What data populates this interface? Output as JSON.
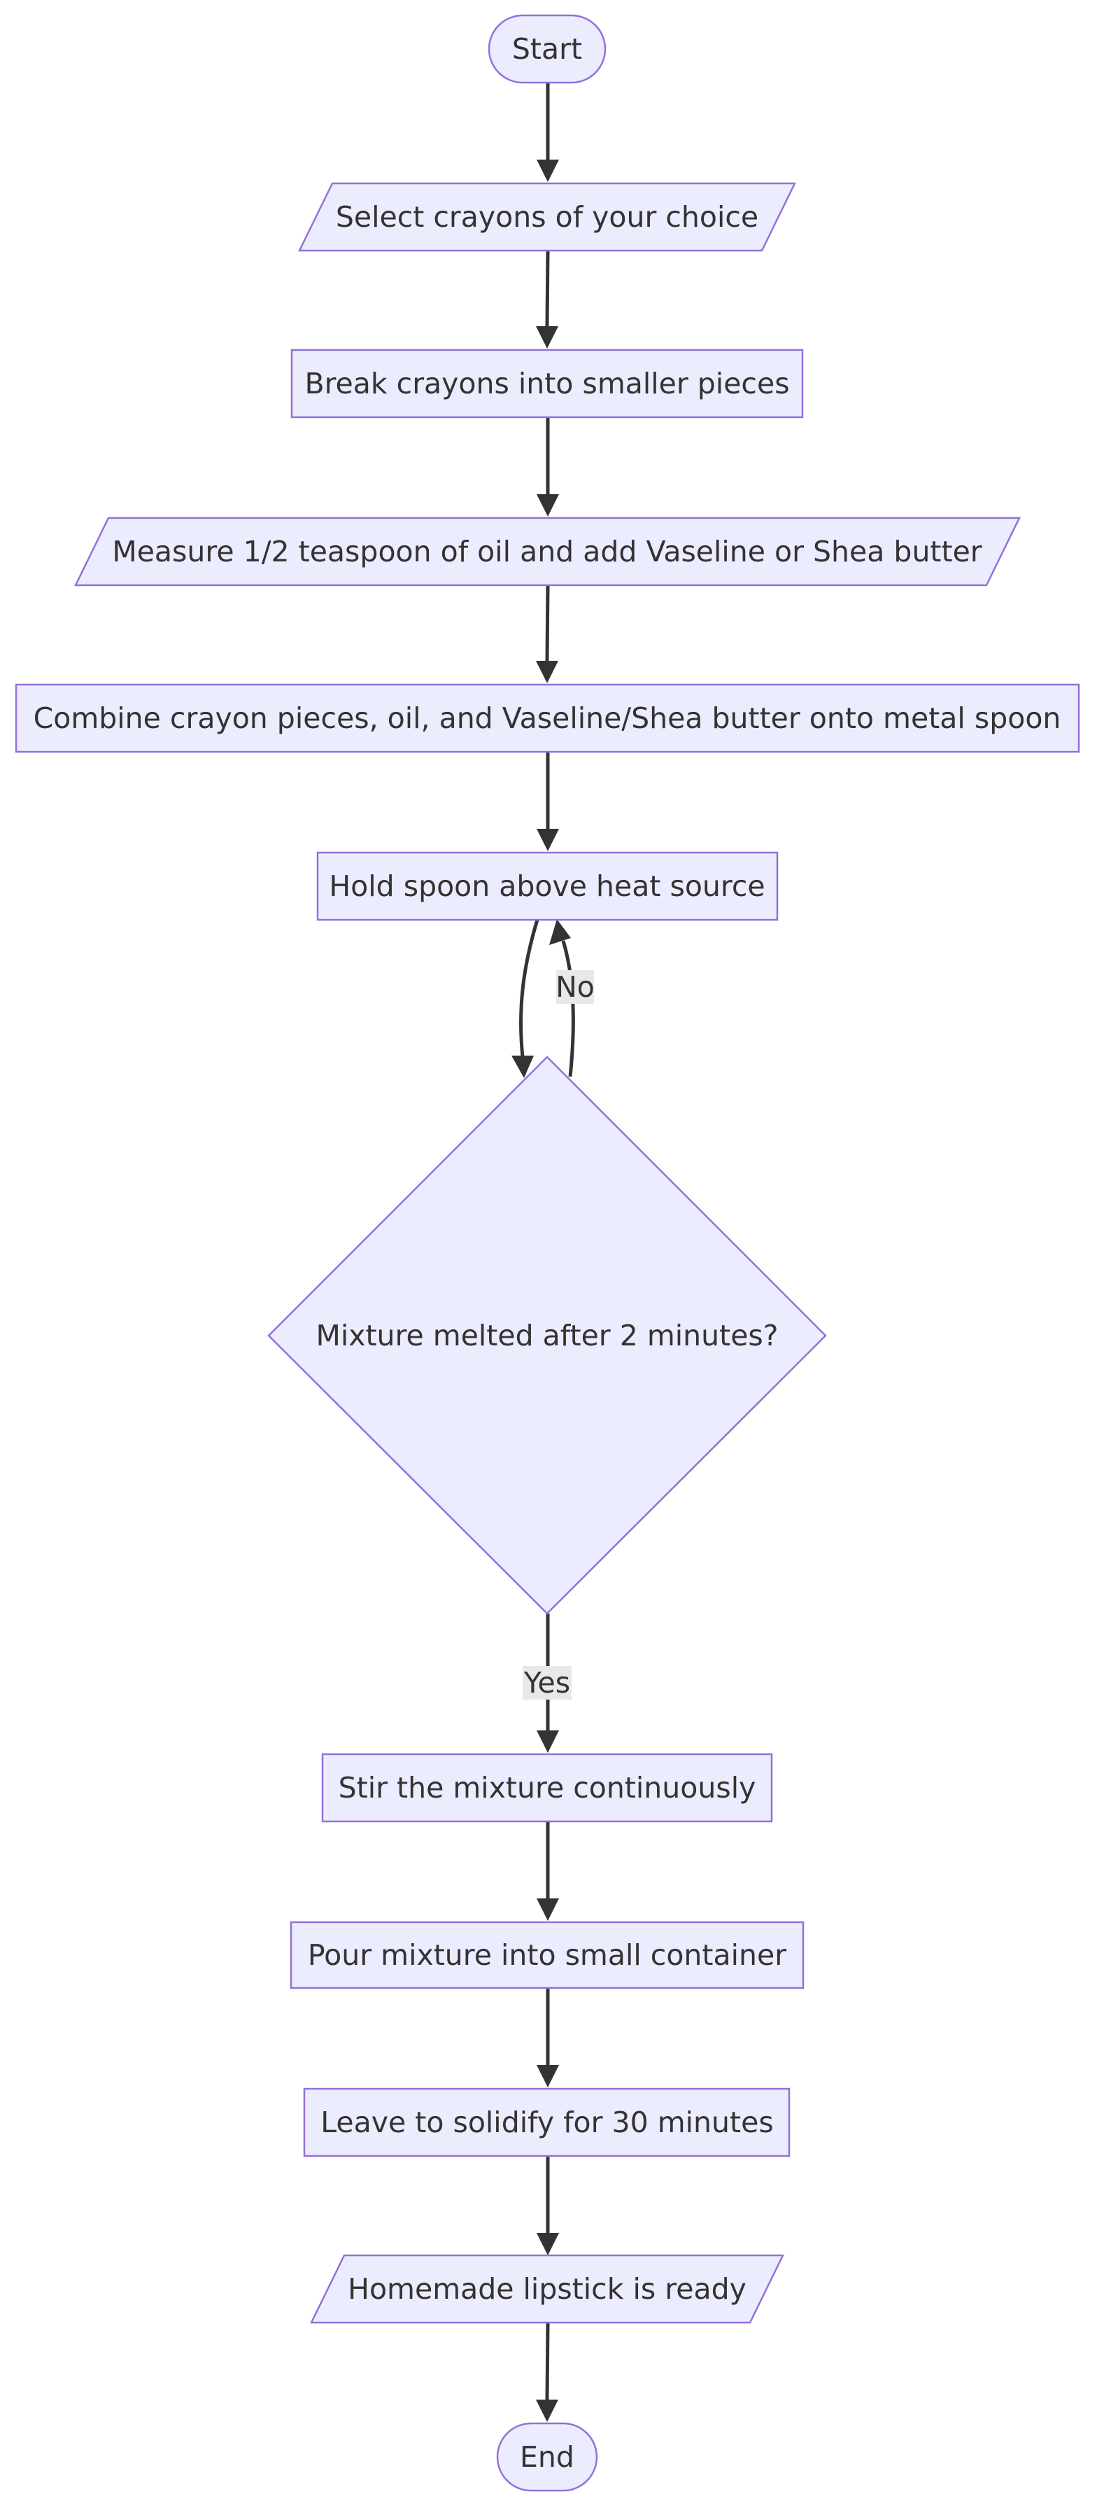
{
  "colors": {
    "node_fill": "#ECECFF",
    "node_stroke": "#9370DB",
    "edge": "#333333",
    "text": "#333333",
    "edge_label_bg": "#e8e8e8"
  },
  "nodes": {
    "start": {
      "label": "Start",
      "shape": "stadium"
    },
    "select": {
      "label": "Select crayons of your choice",
      "shape": "parallelogram"
    },
    "break": {
      "label": "Break crayons into smaller pieces",
      "shape": "rectangle"
    },
    "measure": {
      "label": "Measure 1/2 teaspoon of oil and add Vaseline or Shea butter",
      "shape": "parallelogram"
    },
    "combine": {
      "label": "Combine crayon pieces, oil, and Vaseline/Shea butter onto metal spoon",
      "shape": "rectangle"
    },
    "hold": {
      "label": "Hold spoon above heat source",
      "shape": "rectangle"
    },
    "decision": {
      "label": "Mixture melted after 2 minutes?",
      "shape": "diamond"
    },
    "stir": {
      "label": "Stir the mixture continuously",
      "shape": "rectangle"
    },
    "pour": {
      "label": "Pour mixture into small container",
      "shape": "rectangle"
    },
    "leave": {
      "label": "Leave to solidify for 30 minutes",
      "shape": "rectangle"
    },
    "ready": {
      "label": "Homemade lipstick is ready",
      "shape": "parallelogram"
    },
    "end": {
      "label": "End",
      "shape": "stadium"
    }
  },
  "edges": [
    {
      "from": "start",
      "to": "select",
      "label": ""
    },
    {
      "from": "select",
      "to": "break",
      "label": ""
    },
    {
      "from": "break",
      "to": "measure",
      "label": ""
    },
    {
      "from": "measure",
      "to": "combine",
      "label": ""
    },
    {
      "from": "combine",
      "to": "hold",
      "label": ""
    },
    {
      "from": "hold",
      "to": "decision",
      "label": ""
    },
    {
      "from": "decision",
      "to": "hold",
      "label": "No"
    },
    {
      "from": "decision",
      "to": "stir",
      "label": "Yes"
    },
    {
      "from": "stir",
      "to": "pour",
      "label": ""
    },
    {
      "from": "pour",
      "to": "leave",
      "label": ""
    },
    {
      "from": "leave",
      "to": "ready",
      "label": ""
    },
    {
      "from": "ready",
      "to": "end",
      "label": ""
    }
  ]
}
